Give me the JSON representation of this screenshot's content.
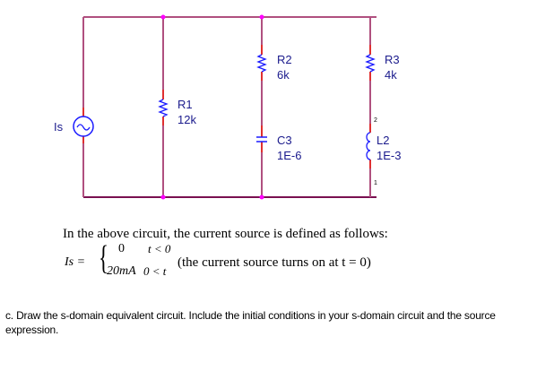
{
  "colors": {
    "wire": "#b0507f",
    "wire_dark": "#7a1050",
    "lead": "#e03030",
    "component": "#1a1aff",
    "node": "#ff00ff",
    "label": "#1a1a8c"
  },
  "circuit": {
    "source": {
      "name": "Is",
      "type": "current-source",
      "symbol": "~"
    },
    "r1": {
      "name": "R1",
      "value": "12k"
    },
    "r2": {
      "name": "R2",
      "value": "6k"
    },
    "c3": {
      "name": "C3",
      "value": "1E-6"
    },
    "r3": {
      "name": "R3",
      "value": "4k"
    },
    "l2": {
      "name": "L2",
      "value": "1E-3",
      "pin_top": "2",
      "pin_bottom": "1"
    }
  },
  "definition": {
    "intro": "In the above circuit, the current source is defined as follows:",
    "lhs": "Is =",
    "case1_value": "0",
    "case1_cond": "t < 0",
    "case2_value": "20mA",
    "case2_cond": "0 < t",
    "note": "(the current source turns on at t = 0)"
  },
  "question": {
    "text": "c. Draw the s-domain equivalent circuit.  Include the initial conditions in your s-domain circuit and the source expression."
  }
}
